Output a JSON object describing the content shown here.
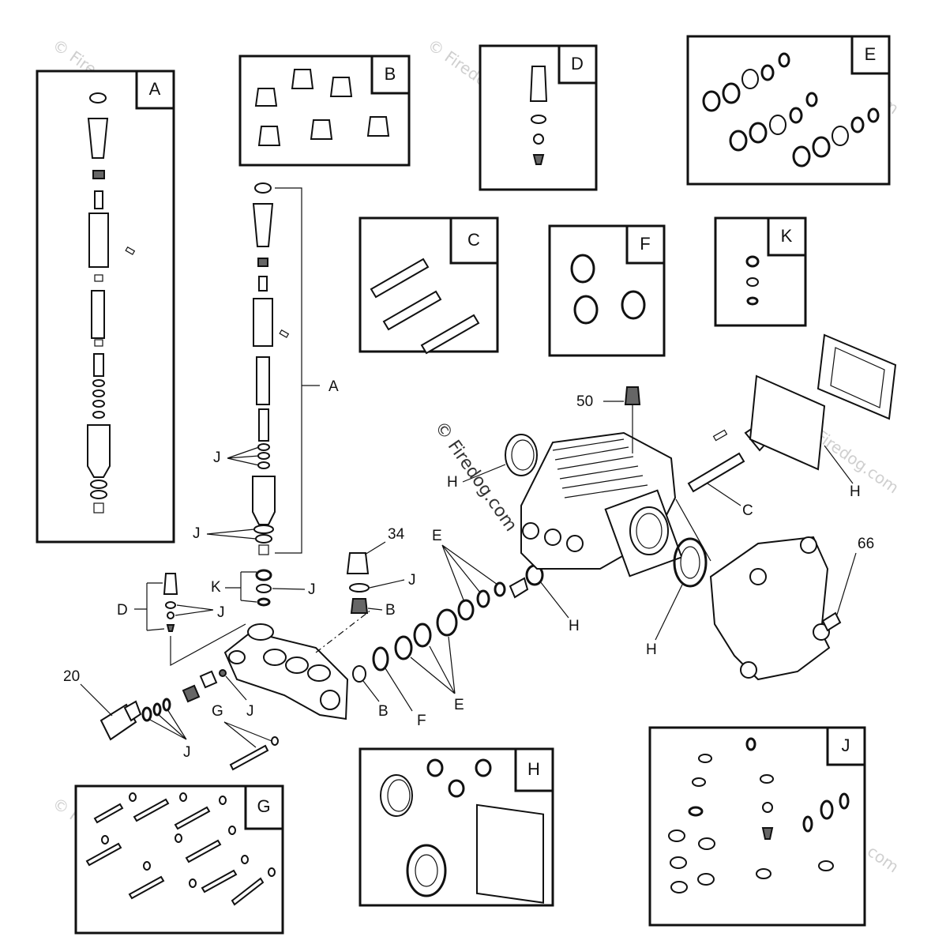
{
  "kits": {
    "A": "A",
    "B": "B",
    "C": "C",
    "D": "D",
    "E": "E",
    "F": "F",
    "G": "G",
    "H": "H",
    "J": "J",
    "K": "K"
  },
  "callouts": {
    "n50": "50",
    "n34": "34",
    "n66": "66",
    "n20": "20",
    "A": "A",
    "B1": "B",
    "B2": "B",
    "C": "C",
    "D": "D",
    "E1": "E",
    "E2": "E",
    "F": "F",
    "G": "G",
    "H1": "H",
    "H2": "H",
    "H3": "H",
    "H4": "H",
    "J1": "J",
    "J2": "J",
    "J3": "J",
    "J4": "J",
    "J5": "J",
    "J6": "J",
    "J7": "J",
    "K": "K"
  },
  "watermarks": {
    "short": "© Firedog.com",
    "main": "© Firedog.com"
  }
}
